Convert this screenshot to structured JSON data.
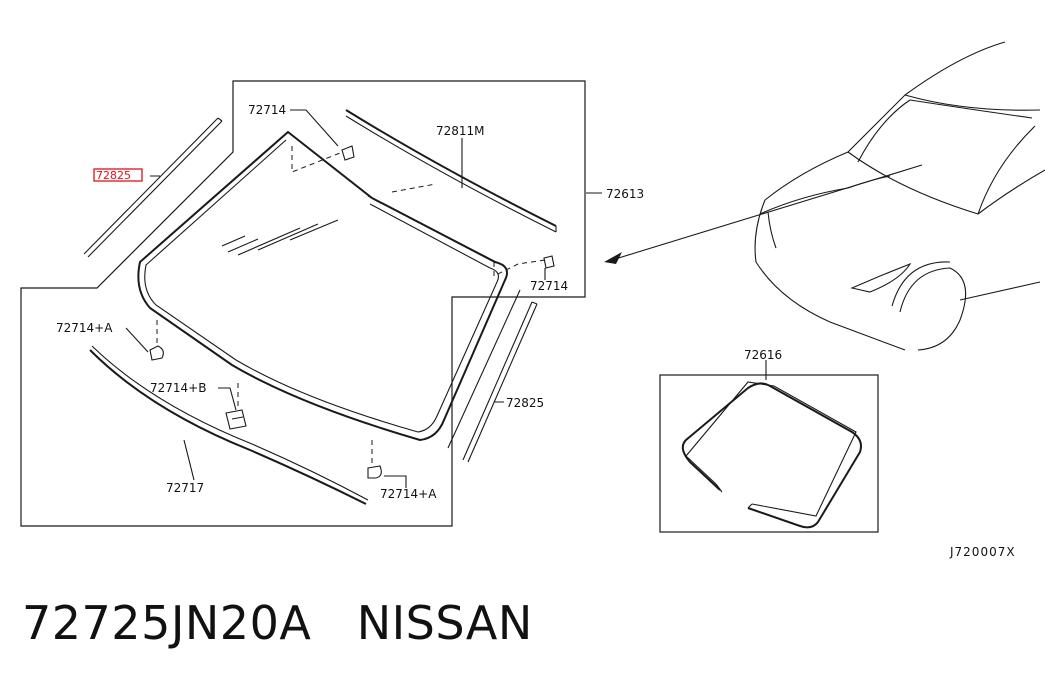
{
  "diagram_id": "J720007X",
  "title": {
    "part_number": "72725JN20A",
    "brand": "NISSAN"
  },
  "highlight_color": "#e0101a",
  "labels": {
    "highlighted_part": "72825",
    "clip_top": "72714",
    "top_molding": "72811M",
    "assembly": "72613",
    "clip_right": "72714",
    "clip_a_left": "72714+A",
    "clip_b": "72714+B",
    "side_molding": "72825",
    "lower_molding": "72717",
    "clip_a_bottom": "72714+A",
    "seal": "72616"
  }
}
